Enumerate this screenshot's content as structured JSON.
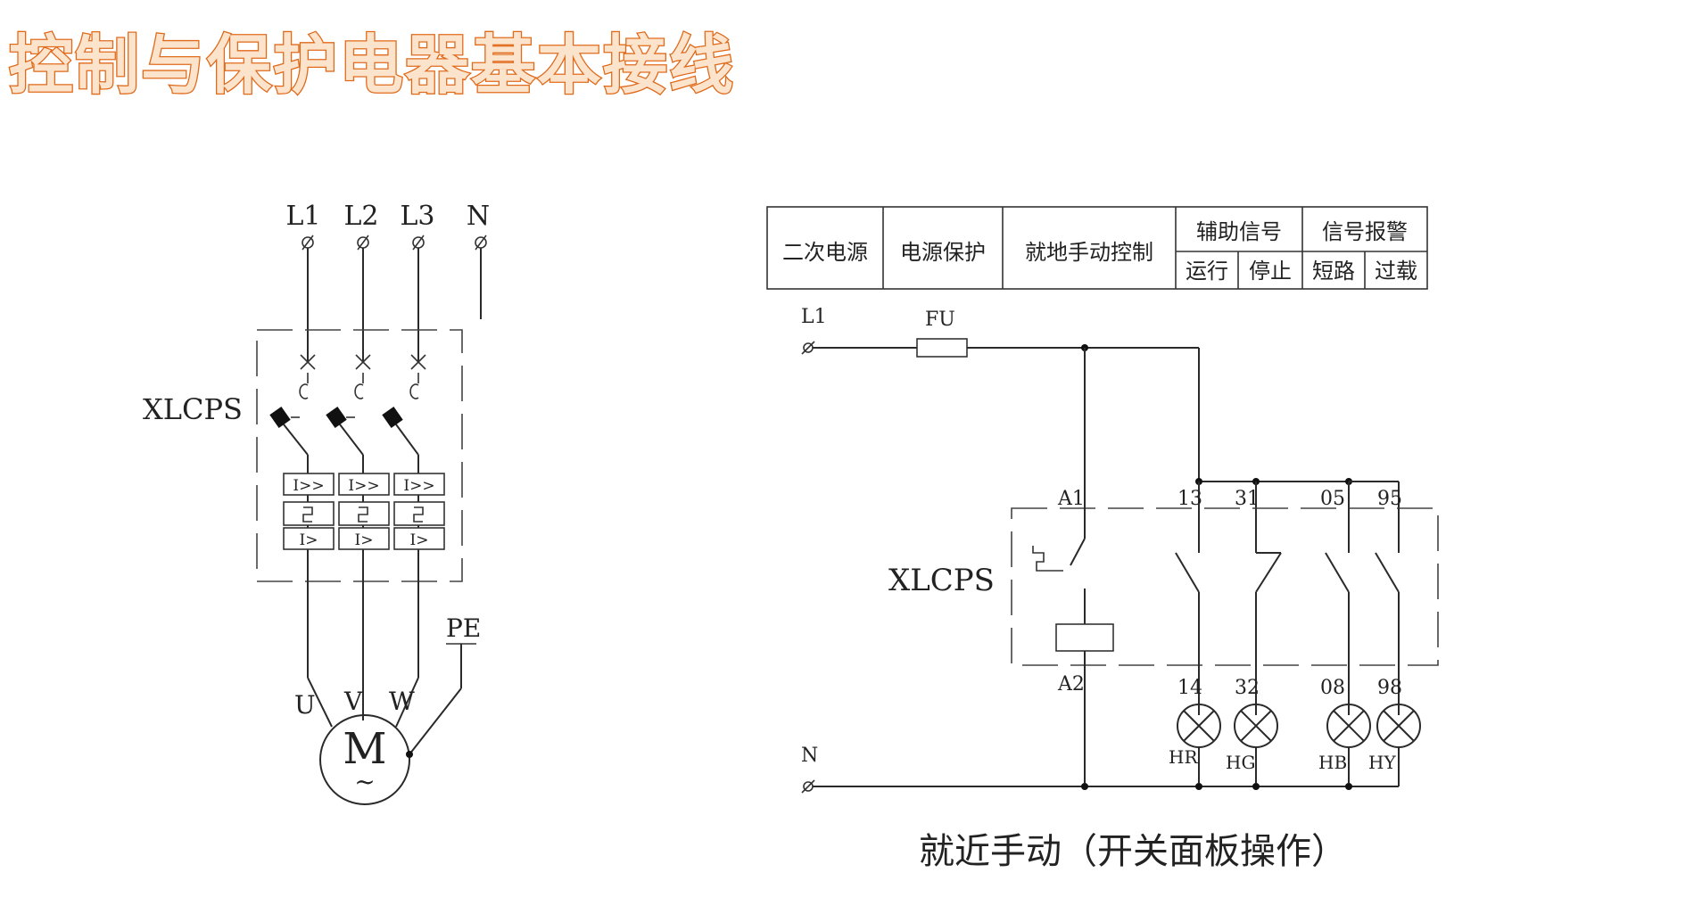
{
  "page_title": "控制与保护电器基本接线",
  "left_diagram": {
    "phases": [
      "L1",
      "L2",
      "L3"
    ],
    "neutral": "N",
    "device_label": "XLCPS",
    "trip_labels": [
      "I>>",
      "I>>",
      "I>>"
    ],
    "overload_labels": [
      "I>",
      "I>",
      "I>"
    ],
    "pe_label": "PE",
    "motor_terminals": [
      "U",
      "V",
      "W"
    ],
    "motor_letter": "M",
    "motor_symbol": "~"
  },
  "right_diagram": {
    "table": {
      "col1": "二次电源",
      "col2": "电源保护",
      "col3": "就地手动控制",
      "group1_header": "辅助信号",
      "group1_sub": [
        "运行",
        "停止"
      ],
      "group2_header": "信号报警",
      "group2_sub": [
        "短路",
        "过载"
      ]
    },
    "line_label": "L1",
    "fuse_label": "FU",
    "neutral_label": "N",
    "device_label": "XLCPS",
    "coil_top": "A1",
    "coil_bottom": "A2",
    "contact_top": [
      "13",
      "31",
      "05",
      "95"
    ],
    "contact_bottom": [
      "14",
      "32",
      "08",
      "98"
    ],
    "lamps": [
      "HR",
      "HG",
      "HB",
      "HY"
    ],
    "caption": "就近手动（开关面板操作）"
  }
}
